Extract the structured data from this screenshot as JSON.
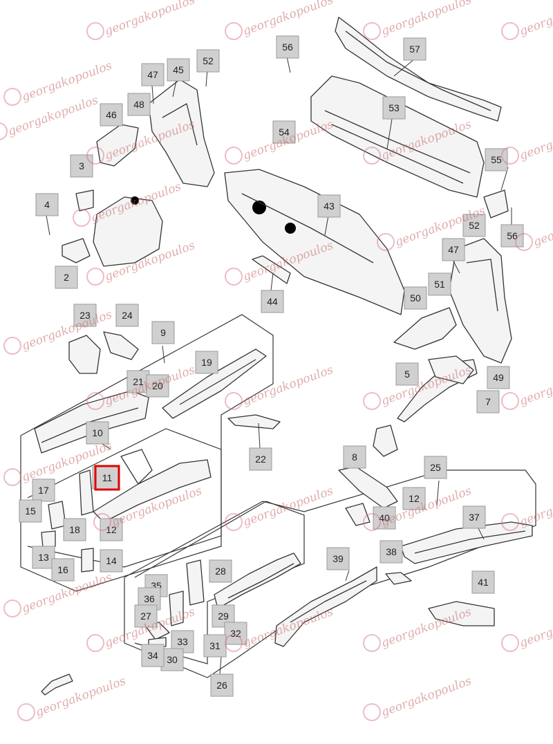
{
  "watermark": {
    "text": "georgakopoulos",
    "color": "#c76a6a"
  },
  "highlight_color": "#e00000",
  "callouts": [
    "56",
    "57",
    "52",
    "47",
    "45",
    "48",
    "46",
    "53",
    "54",
    "3",
    "55",
    "4",
    "43",
    "52",
    "56",
    "47",
    "2",
    "44",
    "50",
    "51",
    "23",
    "24",
    "9",
    "19",
    "21",
    "20",
    "5",
    "49",
    "7",
    "10",
    "22",
    "11",
    "8",
    "25",
    "17",
    "12",
    "15",
    "40",
    "18",
    "12",
    "37",
    "13",
    "16",
    "14",
    "38",
    "39",
    "28",
    "41",
    "35",
    "36",
    "27",
    "29",
    "32",
    "33",
    "31",
    "30",
    "34",
    "26"
  ],
  "highlighted_callout": "11"
}
